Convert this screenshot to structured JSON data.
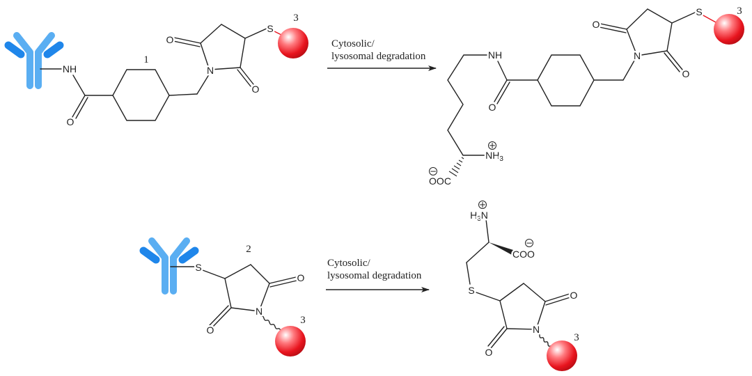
{
  "colors": {
    "antibody_heavy": "#5aaef2",
    "antibody_light": "#1f86ea",
    "payload": "#e8141e",
    "bond": "#222222"
  },
  "icons": [
    "antibody-icon",
    "payload-sphere-icon",
    "reaction-arrow-icon"
  ],
  "reaction_top": {
    "compound_label": "1",
    "payload_label": "3",
    "product_payload_label": "3",
    "arrow_line1": "Cytosolic/",
    "arrow_line2": "lysosomal degradation",
    "reactant_atoms": {
      "nh": "NH",
      "o_amide": "O",
      "n": "N",
      "o1": "O",
      "o2": "O",
      "s": "S"
    },
    "product_atoms": {
      "nh": "NH",
      "o_amide": "O",
      "n": "N",
      "o1": "O",
      "o2": "O",
      "s": "S",
      "nh3": "NH",
      "nh3_sub": "3",
      "nh3_charge": "+",
      "ooc": "OOC",
      "ooc_charge": "−"
    }
  },
  "reaction_bottom": {
    "compound_label": "2",
    "payload_label": "3",
    "product_payload_label": "3",
    "arrow_line1": "Cytosolic/",
    "arrow_line2": "lysosomal degradation",
    "reactant_atoms": {
      "s": "S",
      "o1": "O",
      "o2": "O",
      "n": "N"
    },
    "product_atoms": {
      "h3n_h": "H",
      "h3n_sub": "3",
      "h3n_n": "N",
      "h3n_charge": "+",
      "coo": "COO",
      "coo_charge": "−",
      "s": "S",
      "o1": "O",
      "o2": "O",
      "n": "N"
    }
  }
}
